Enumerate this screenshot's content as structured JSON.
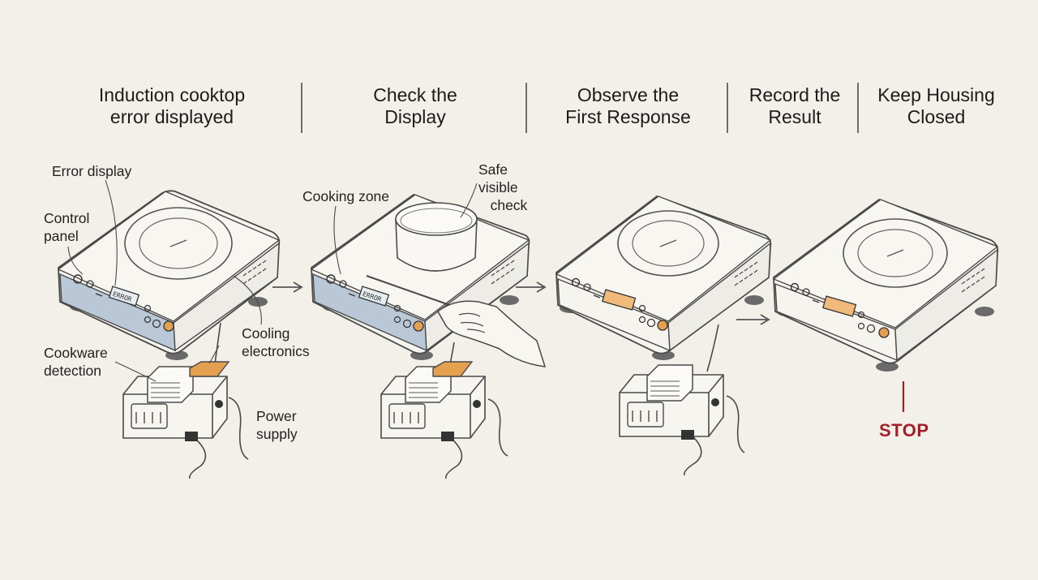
{
  "steps": [
    {
      "title": "Induction cooktop\nerror displayed"
    },
    {
      "title": "Check the\nDisplay"
    },
    {
      "title": "Observe the\nFirst Response"
    },
    {
      "title": "Record the\nResult"
    },
    {
      "title": "Keep Housing\nClosed"
    }
  ],
  "labels": {
    "error_display": "Error display",
    "control_panel": "Control\npanel",
    "cooling_electronics": "Cooling\nelectronics",
    "cookware_detection": "Cookware\ndetection",
    "power_supply": "Power\nsupply",
    "cooking_zone": "Cooking zone",
    "safe_visible_check": "Safe\nvisible\n   check"
  },
  "display_readout": "ERROR",
  "stop_label": "STOP",
  "colors": {
    "background": "#f3f0e9",
    "panel_blue": "#b9c7d6",
    "amber": "#e3a04f",
    "stop_red": "#a3202a",
    "line": "#4a4a4a"
  }
}
